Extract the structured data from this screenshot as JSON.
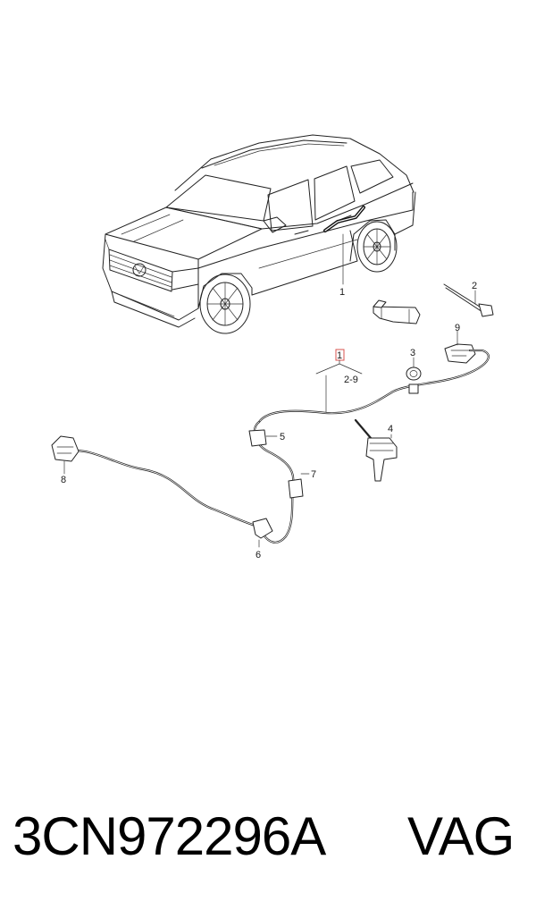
{
  "diagram": {
    "callouts": {
      "c1_vehicle": "1",
      "c1_group": "1",
      "c1_range": "2-9",
      "c2": "2",
      "c3": "3",
      "c4": "4",
      "c5": "5",
      "c6": "6",
      "c7": "7",
      "c8": "8",
      "c9": "9"
    }
  },
  "footer": {
    "part_number": "3CN972296A",
    "brand": "VAG"
  },
  "colors": {
    "line": "#222222",
    "highlight_box": "#d9534f",
    "background": "#ffffff"
  }
}
